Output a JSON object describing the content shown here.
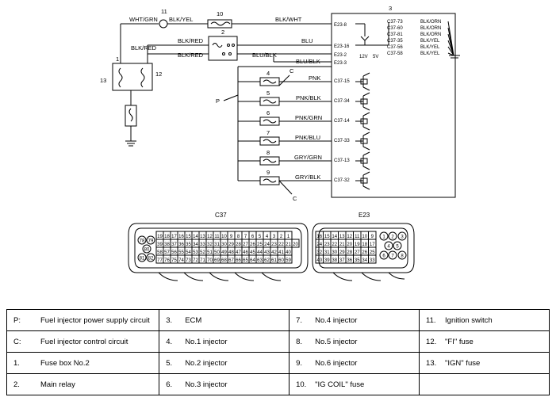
{
  "wires": {
    "wht_grn": "WHT/GRN",
    "blk_yel_top": "BLK/YEL",
    "blk_wht": "BLK/WHT",
    "blk_red_a": "BLK/RED",
    "blk_red_b": "BLK/RED",
    "blk_red_c": "BLK/RED",
    "blu": "BLU",
    "blu_blk_a": "BLU/BLK",
    "blu_blk_b": "BLU/BLK",
    "pnk": "PNK",
    "pnk_blk": "PNK/BLK",
    "pnk_grn": "PNK/GRN",
    "pnk_blu": "PNK/BLU",
    "gry_grn": "GRY/GRN",
    "gry_blk": "GRY/BLK"
  },
  "ecm": {
    "pins_left": [
      "E23-8",
      "E23-16",
      "E23-2",
      "E23-3",
      "C37-15",
      "C37-34",
      "C37-14",
      "C37-33",
      "C37-13",
      "C37-32"
    ],
    "pins_right": [
      "C37-73",
      "C37-60",
      "C37-81",
      "C37-35",
      "C37-56",
      "C37-58"
    ],
    "right_wires": [
      "BLK/ORN",
      "BLK/ORN",
      "BLK/ORN",
      "BLK/YEL",
      "BLK/YEL",
      "BLK/YEL"
    ],
    "v12": "12V",
    "v5": "5V"
  },
  "callouts": [
    "11",
    "10",
    "3",
    "2",
    "1",
    "13",
    "12",
    "4",
    "5",
    "6",
    "7",
    "8",
    "9",
    "P",
    "C",
    "C"
  ],
  "connectors": {
    "c37": {
      "title": "C37",
      "row1": [
        "19",
        "18",
        "17",
        "16",
        "15",
        "14",
        "13",
        "12",
        "11",
        "10",
        "9",
        "8",
        "7",
        "6",
        "5",
        "4",
        "3",
        "2",
        "1"
      ],
      "row2": [
        "39",
        "38",
        "37",
        "36",
        "35",
        "34",
        "33",
        "32",
        "31",
        "30",
        "29",
        "28",
        "27",
        "26",
        "25",
        "24",
        "23",
        "22",
        "21",
        "20"
      ],
      "row3": [
        "58",
        "57",
        "56",
        "55",
        "54",
        "53",
        "52",
        "51",
        "50",
        "49",
        "48",
        "47",
        "46",
        "45",
        "44",
        "43",
        "42",
        "41",
        "40"
      ],
      "row4": [
        "77",
        "76",
        "75",
        "74",
        "73",
        "72",
        "71",
        "70",
        "69",
        "68",
        "67",
        "66",
        "65",
        "64",
        "63",
        "62",
        "61",
        "60",
        "59"
      ],
      "round": [
        "78",
        "79",
        "80",
        "81",
        "82"
      ]
    },
    "e23": {
      "title": "E23",
      "row1": [
        "16",
        "15",
        "14",
        "13",
        "12",
        "11",
        "10",
        "9"
      ],
      "row2": [
        "24",
        "23",
        "22",
        "21",
        "20",
        "19",
        "18",
        "17"
      ],
      "row3": [
        "32",
        "31",
        "30",
        "29",
        "28",
        "27",
        "26",
        "25"
      ],
      "row4": [
        "40",
        "39",
        "38",
        "37",
        "36",
        "35",
        "34",
        "33"
      ],
      "round": [
        "1",
        "2",
        "3",
        "4",
        "5",
        "6",
        "7",
        "8"
      ]
    }
  },
  "legend": [
    [
      {
        "key": "P:",
        "text": "Fuel injector power supply circuit"
      },
      {
        "key": "3.",
        "text": "ECM"
      },
      {
        "key": "7.",
        "text": "No.4 injector"
      },
      {
        "key": "11.",
        "text": "Ignition switch"
      }
    ],
    [
      {
        "key": "C:",
        "text": "Fuel injector control circuit"
      },
      {
        "key": "4.",
        "text": "No.1 injector"
      },
      {
        "key": "8.",
        "text": "No.5 injector"
      },
      {
        "key": "12.",
        "text": "\"FI\" fuse"
      }
    ],
    [
      {
        "key": "1.",
        "text": "Fuse box No.2"
      },
      {
        "key": "5.",
        "text": "No.2 injector"
      },
      {
        "key": "9.",
        "text": "No.6 injector"
      },
      {
        "key": "13.",
        "text": "\"IGN\" fuse"
      }
    ],
    [
      {
        "key": "2.",
        "text": "Main relay"
      },
      {
        "key": "6.",
        "text": "No.3 injector"
      },
      {
        "key": "10.",
        "text": "\"IG COIL\" fuse"
      },
      {
        "key": "",
        "text": ""
      }
    ]
  ]
}
